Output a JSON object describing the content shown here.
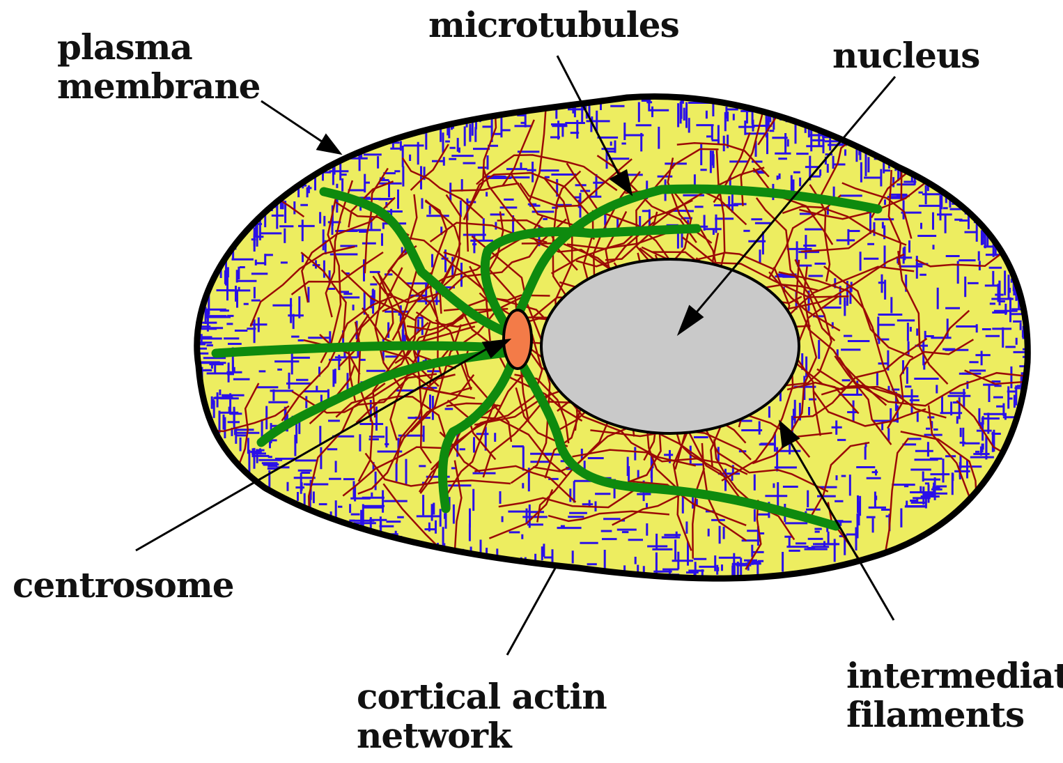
{
  "labels": {
    "plasma_membrane": [
      "plasma",
      "membrane"
    ],
    "microtubules": "microtubules",
    "nucleus": "nucleus",
    "centrosome": "centrosome",
    "cortical_actin_network": [
      "cortical actin",
      "network"
    ],
    "intermediate_filaments": [
      "intermediate",
      "filaments"
    ]
  },
  "colors": {
    "cytoplasm": "#eded60",
    "membrane": "#000000",
    "cortical_actin": "#2a10e8",
    "intermediate_filaments": "#9b0a06",
    "microtubules": "#0e8a0e",
    "nucleus": "#c9c9c9",
    "centrosome": "#f37b48",
    "pointer": "#000000"
  }
}
